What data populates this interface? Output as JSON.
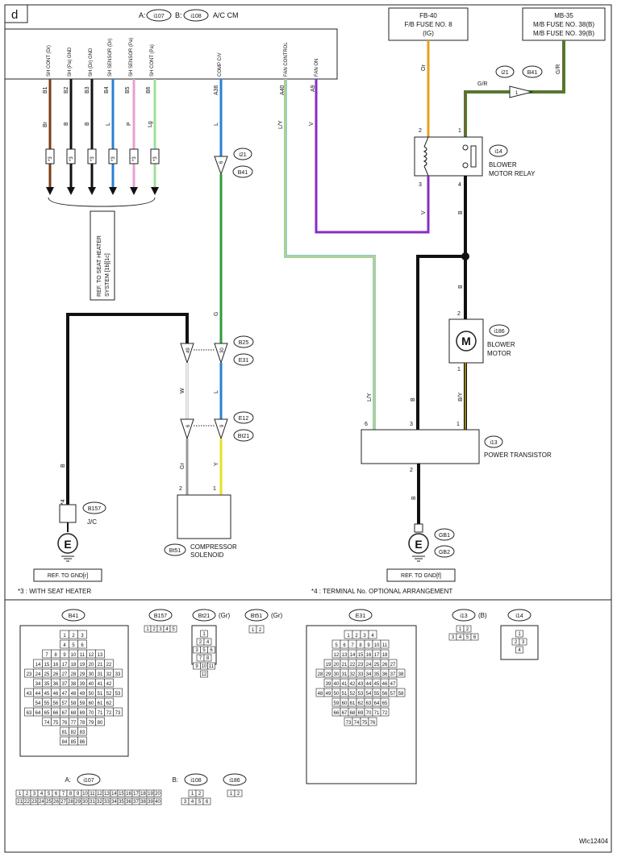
{
  "frame_label": "d",
  "header": {
    "a_prefix": "A:",
    "a_conn": "i107",
    "b_prefix": "B:",
    "b_conn": "i108",
    "unit": "A/C CM"
  },
  "unit_pins": [
    {
      "id": "b1",
      "term": "B1",
      "func": "SH CONT (Dr)",
      "wire": "Br",
      "color": "#7a3d14"
    },
    {
      "id": "b2",
      "term": "B2",
      "func": "SH (Pa) GND",
      "wire": "B",
      "color": "#111111"
    },
    {
      "id": "b3",
      "term": "B3",
      "func": "SH (Dr) GND",
      "wire": "B",
      "color": "#111111"
    },
    {
      "id": "b4",
      "term": "B4",
      "func": "SH SENSOR (Dr)",
      "wire": "L",
      "color": "#2a7fd4"
    },
    {
      "id": "b5",
      "term": "B5",
      "func": "SH SENSOR (Pa)",
      "wire": "P",
      "color": "#e8a0d0"
    },
    {
      "id": "b6",
      "term": "B6",
      "func": "SH CONT (Pa)",
      "wire": "Lg",
      "color": "#9ce09c"
    },
    {
      "id": "a36",
      "term": "A36",
      "func": "COMP C/V",
      "wire": "L",
      "color": "#2a7fd4"
    },
    {
      "id": "a40",
      "term": "A40",
      "func": "FAN CONTROL",
      "wire": "L/Y",
      "color": "#8fcfcf"
    },
    {
      "id": "a9",
      "term": "A9",
      "func": "FAN ON",
      "wire": "V",
      "color": "#8a2cc4"
    }
  ],
  "star3_marks": [
    "*3",
    "*3",
    "*3",
    "*3",
    "*3",
    "*3"
  ],
  "seat_heater_ref": [
    "REF. TO SEAT HEATER",
    "SYSTEM [1b][1c]"
  ],
  "fuses": {
    "fb": {
      "lines": [
        "FB-40",
        "F/B FUSE NO. 8",
        "(IG)"
      ]
    },
    "mb": {
      "lines": [
        "MB-35",
        "M/B FUSE NO. 38(B)",
        "M/B FUSE NO. 39(B)"
      ]
    }
  },
  "wire_labels": {
    "or": "Or",
    "gr_top": "G/R",
    "gr_right": "G/R",
    "v_fanon": "V",
    "ly": "L/Y",
    "l_comp": "L",
    "g": "G",
    "l_lower": "L",
    "w": "W",
    "gr_lower": "Gr",
    "y": "Y",
    "b_gnd": "B",
    "v_relay": "V",
    "b_relay": "B",
    "b_motor": "B",
    "by": "B/Y",
    "ly_pt": "L/Y",
    "b_pt": "B",
    "b_pt_gnd": "B"
  },
  "pin_numbers": {
    "relay_2": "2",
    "relay_1": "1",
    "relay_3": "3",
    "relay_4": "4",
    "motor_2": "2",
    "motor_1": "1",
    "pt_6": "6",
    "pt_3": "3",
    "pt_1": "1",
    "pt_2": "2",
    "i21_top": "1",
    "i21_comp": "6",
    "b25_w": "49",
    "b25_l": "30",
    "e12_gr": "6",
    "e12_y": "9",
    "sol_2": "2",
    "sol_1": "1"
  },
  "connectors": {
    "i21_a": "i21",
    "b41_a": "B41",
    "i21_b": "i21",
    "b41_b": "B41",
    "b25": "B25",
    "e31": "E31",
    "e12": "E12",
    "bt21": "Bt21",
    "i14": "i14",
    "i186": "i186",
    "i13": "i13",
    "b157": "B157",
    "bt51": "Bt51",
    "gb1": "GB1",
    "gb2": "GB2"
  },
  "components": {
    "relay": [
      "BLOWER",
      "MOTOR RELAY"
    ],
    "motor": [
      "BLOWER",
      "MOTOR"
    ],
    "motor_symbol": "M",
    "pt": "POWER TRANSISTOR",
    "solenoid": [
      "COMPRESSOR",
      "SOLENOID"
    ],
    "jc": "J/C",
    "ground_symbol": "E",
    "star4": "*4"
  },
  "refs": {
    "gnd_r": "REF. TO GND[r]",
    "gnd_f": "REF. TO GND[f]"
  },
  "notes": {
    "star3": "*3  : WITH SEAT HEATER",
    "star4": "*4  : TERMINAL No. OPTIONAL ARRANGEMENT"
  },
  "connector_views": {
    "b41": {
      "label": "B41",
      "rows": [
        [
          "1",
          "2",
          "3"
        ],
        [
          "4",
          "5",
          "6"
        ],
        [
          "7",
          "8",
          "9",
          "10",
          "11",
          "12",
          "13"
        ],
        [
          "14",
          "15",
          "16",
          "17",
          "18",
          "19",
          "20",
          "21",
          "22"
        ],
        [
          "23",
          "24",
          "25",
          "26",
          "27",
          "28",
          "29",
          "30",
          "31",
          "32",
          "33"
        ],
        [
          "34",
          "35",
          "36",
          "37",
          "38",
          "39",
          "40",
          "41",
          "42"
        ],
        [
          "43",
          "44",
          "45",
          "46",
          "47",
          "48",
          "49",
          "50",
          "51",
          "52",
          "53"
        ],
        [
          "54",
          "55",
          "56",
          "57",
          "58",
          "59",
          "60",
          "61",
          "62"
        ],
        [
          "63",
          "64",
          "65",
          "66",
          "67",
          "68",
          "69",
          "70",
          "71",
          "72",
          "73"
        ],
        [
          "74",
          "75",
          "76",
          "77",
          "78",
          "79",
          "80"
        ],
        [
          "81",
          "82",
          "83"
        ],
        [
          "84",
          "85",
          "86"
        ]
      ]
    },
    "b157": {
      "label": "B157",
      "rows": [
        [
          "1",
          "2",
          "3",
          "4",
          "5"
        ]
      ]
    },
    "bt21": {
      "label": "Bt21",
      "color": "(Gr)",
      "rows": [
        [
          "1"
        ],
        [
          "2",
          "4"
        ],
        [
          "3",
          "5",
          "6"
        ],
        [
          "7",
          "8"
        ],
        [
          "9",
          "10",
          "11"
        ],
        [
          "12"
        ]
      ]
    },
    "bt51": {
      "label": "Bt51",
      "color": "(Gr)",
      "rows": [
        [
          "1",
          "2"
        ]
      ]
    },
    "e31": {
      "label": "E31",
      "rows": [
        [
          "1",
          "2",
          "3",
          "4"
        ],
        [
          "5",
          "6",
          "7",
          "8",
          "9",
          "10",
          "11"
        ],
        [
          "12",
          "13",
          "14",
          "15",
          "16",
          "17",
          "18"
        ],
        [
          "19",
          "20",
          "21",
          "22",
          "23",
          "24",
          "25",
          "26",
          "27"
        ],
        [
          "28",
          "29",
          "30",
          "31",
          "32",
          "33",
          "34",
          "35",
          "36",
          "37",
          "38"
        ],
        [
          "39",
          "40",
          "41",
          "42",
          "43",
          "44",
          "45",
          "46",
          "47"
        ],
        [
          "48",
          "49",
          "50",
          "51",
          "52",
          "53",
          "54",
          "55",
          "56",
          "57",
          "58"
        ],
        [
          "59",
          "60",
          "61",
          "62",
          "63",
          "64",
          "65"
        ],
        [
          "66",
          "67",
          "68",
          "69",
          "70",
          "71",
          "72"
        ],
        [
          "73",
          "74",
          "75",
          "76"
        ]
      ]
    },
    "i13": {
      "label": "i13",
      "color": "(B)",
      "rows": [
        [
          "1",
          "2"
        ],
        [
          "3",
          "4",
          "5",
          "6"
        ]
      ]
    },
    "i14": {
      "label": "i14",
      "rows": [
        [
          "1"
        ],
        [
          "2",
          "3"
        ],
        [
          "4"
        ]
      ]
    },
    "i107": {
      "label": "i107",
      "prefix": "A:",
      "rows": [
        [
          "1",
          "2",
          "3",
          "4",
          "5",
          "6",
          "7",
          "8",
          "9",
          "10",
          "11",
          "12",
          "13",
          "14",
          "15",
          "16",
          "17",
          "18",
          "19",
          "20"
        ],
        [
          "21",
          "22",
          "23",
          "24",
          "25",
          "26",
          "27",
          "28",
          "29",
          "30",
          "31",
          "32",
          "33",
          "34",
          "35",
          "36",
          "37",
          "38",
          "39",
          "40"
        ]
      ]
    },
    "i108": {
      "label": "i108",
      "prefix": "B:",
      "rows": [
        [
          "1",
          "2"
        ],
        [
          "3",
          "4",
          "5",
          "6"
        ]
      ]
    },
    "i186": {
      "label": "i186",
      "rows": [
        [
          "1",
          "2"
        ]
      ]
    }
  },
  "diagram_id": "WIc12404"
}
